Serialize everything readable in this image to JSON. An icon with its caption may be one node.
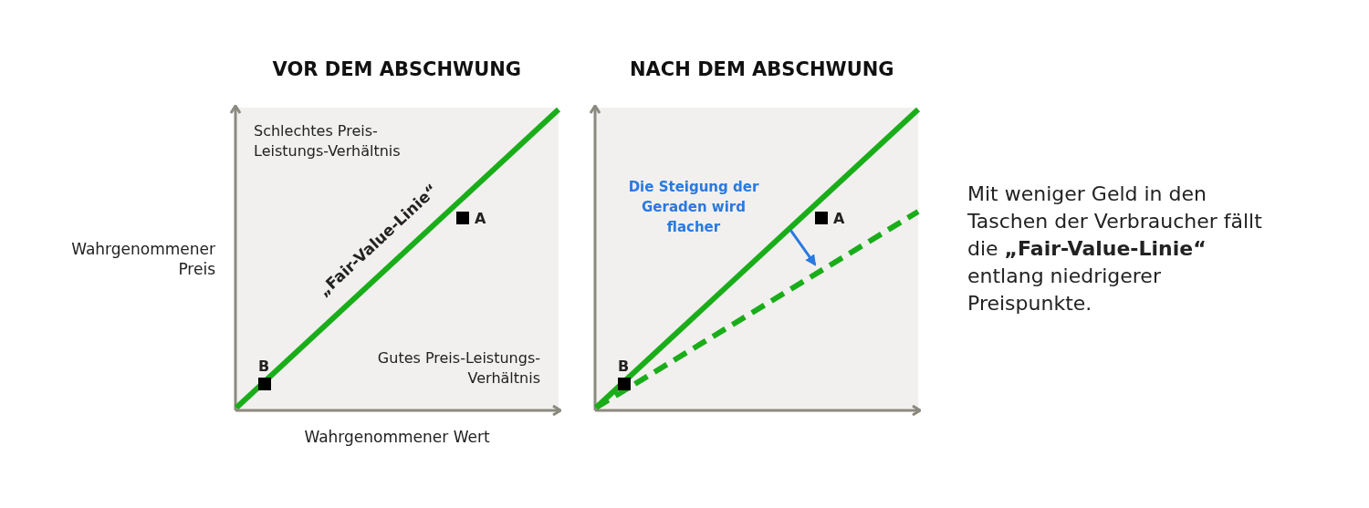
{
  "diagram": {
    "nodes": [
      {
        "text": [
          "VOR DEM ABSCHWUNG"
        ]
      },
      {
        "text": [
          "NACH DEM ABSCHWUNG"
        ]
      }
    ],
    "labels": [
      "Wahrgenommener Preis",
      "Wahrgenommener Wert",
      "Schlechtes Preis-Leistungs-Verhältnis",
      "„Fair-Value-Linie“",
      "A",
      "B",
      "Gutes Preis-Leistungs-Verhältnis",
      "Die Steigung der Geraden wird flacher",
      "A",
      "B",
      "Mit weniger Geld in den Taschen der Verbraucher fällt die **„Fair-Value-Linie“** entlang niedrigerer Preispunkte."
    ]
  }
}
